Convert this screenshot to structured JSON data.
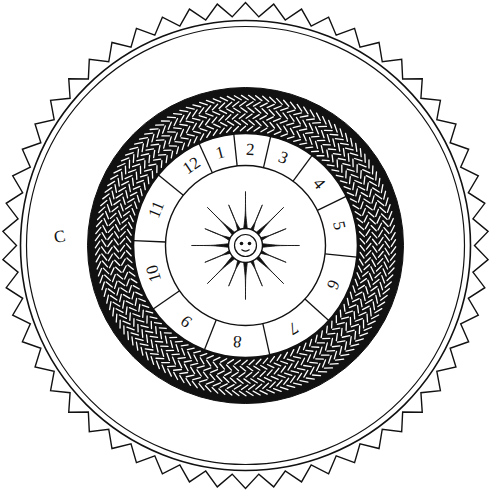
{
  "diagram": {
    "labels": [
      "12",
      "1",
      "2",
      "3",
      "4",
      "5",
      "6",
      "7",
      "8",
      "9",
      "10",
      "11",
      "C"
    ]
  }
}
